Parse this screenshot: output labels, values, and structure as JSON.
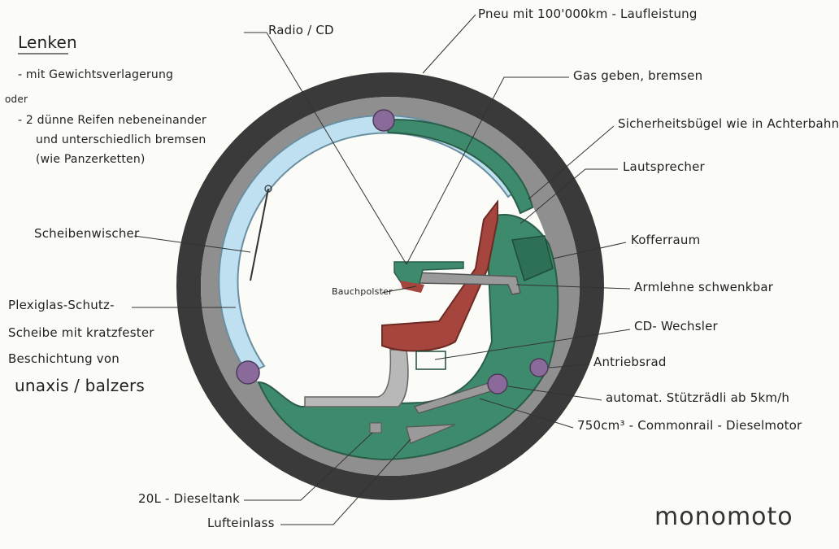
{
  "notes": {
    "title": "Lenken",
    "line1": "- mit Gewichtsverlagerung",
    "or": "oder",
    "line2": "- 2 dünne Reifen nebeneinander",
    "line3": "und unterschiedlich bremsen",
    "line4": "(wie Panzerketten)"
  },
  "labels": {
    "radio": "Radio / CD",
    "tire": "Pneu mit 100'000km - Laufleistung",
    "gas": "Gas geben, bremsen",
    "safety_bar": "Sicherheitsbügel wie in Achterbahn",
    "speaker": "Lautsprecher",
    "trunk": "Kofferraum",
    "armrest": "Armlehne schwenkbar",
    "cd_changer": "CD- Wechsler",
    "drive_wheel": "Antriebsrad",
    "support_wheels": "automat. Stützrädli ab 5km/h",
    "engine": "750cm³ - Commonrail - Dieselmotor",
    "wiper": "Scheibenwischer",
    "plexi1": "Plexiglas-Schutz-",
    "plexi2": "Scheibe mit kratzfester",
    "plexi3": "Beschichtung von",
    "plexi4": "unaxis / balzers",
    "belly_pad": "Bauchpolster",
    "fuel_tank": "20L - Dieseltank",
    "air_intake": "Lufteinlass"
  },
  "brand": "monomoto",
  "colors": {
    "tire": "#3a3a3a",
    "rim": "#8f8f8f",
    "glass": "#bfe0f0",
    "body": "#3d8a6c",
    "seat": "#a5453d",
    "roller": "#8a6a9a"
  }
}
